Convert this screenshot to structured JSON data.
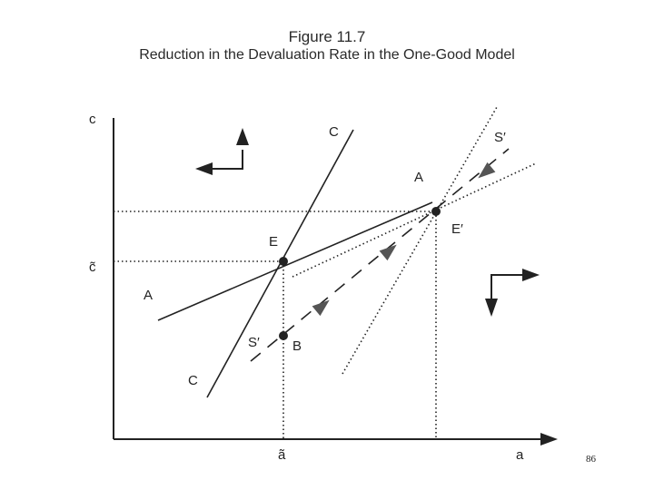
{
  "figure": {
    "title": "Figure 11.7",
    "subtitle": "Reduction in the Devaluation Rate in the One-Good Model"
  },
  "axes": {
    "y_label": "c",
    "x_label": "a",
    "y_tick_label": "c̃",
    "x_tick_label": "ã"
  },
  "curves": {
    "C_top": "C",
    "C_bottom": "C",
    "A_right": "A",
    "A_left": "A",
    "S_prime_top": "S′",
    "S_prime_bottom": "S′"
  },
  "points": {
    "E": "E",
    "E_prime": "E′",
    "B": "B"
  },
  "page_number": "86"
}
